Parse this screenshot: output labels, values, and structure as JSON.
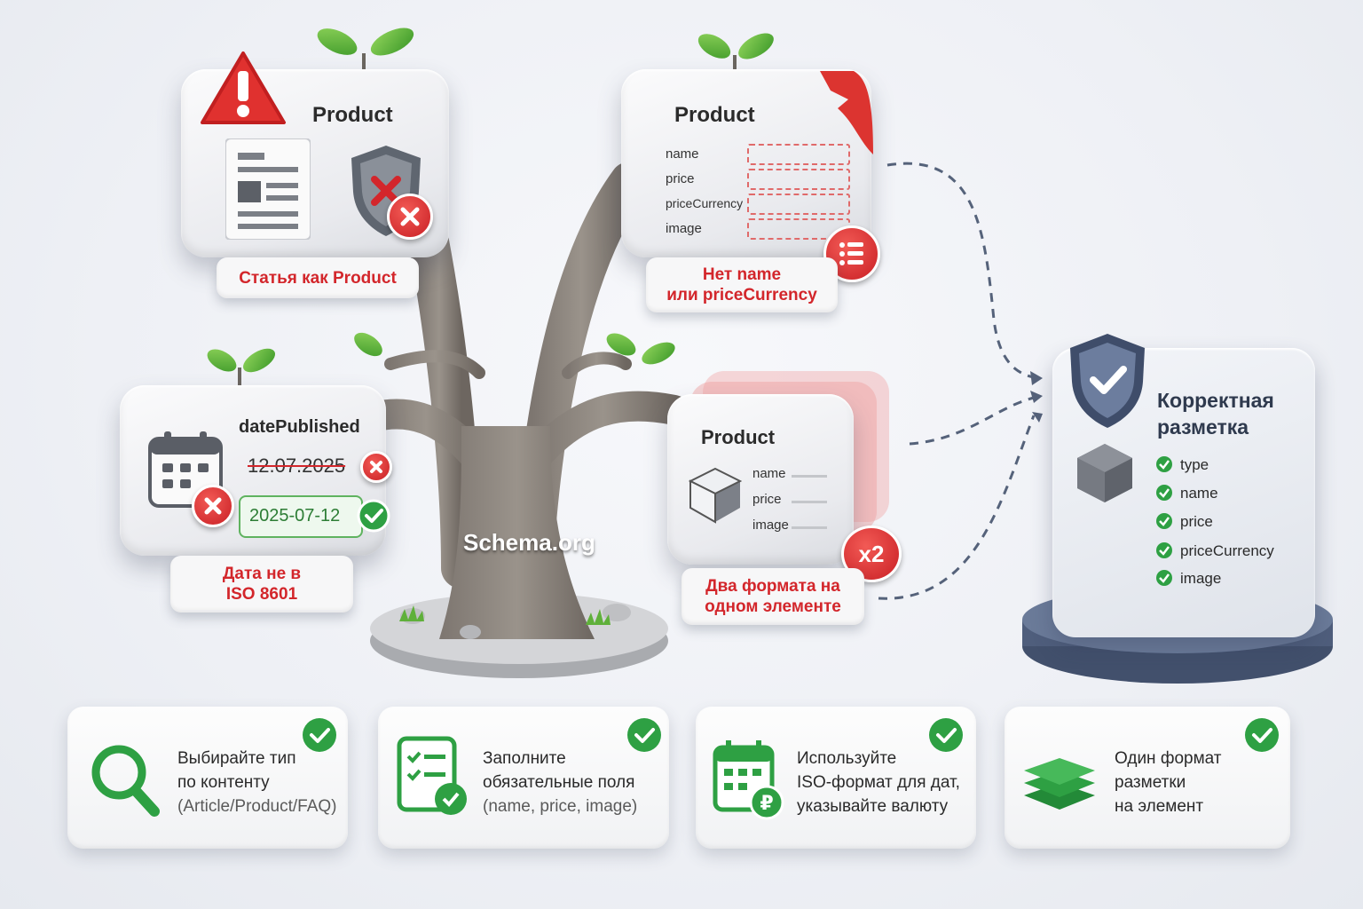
{
  "tree": {
    "trunk_label": "Schema.org"
  },
  "card_article": {
    "title": "Product",
    "label": "Статья как Product"
  },
  "card_fields": {
    "title": "Product",
    "fields": [
      "name",
      "price",
      "priceCurrency",
      "image"
    ],
    "label_line1": "Нет name",
    "label_line2": "или priceCurrency"
  },
  "card_date": {
    "title": "datePublished",
    "wrong_value": "12.07.2025",
    "correct_value": "2025-07-12",
    "label_line1": "Дата не в",
    "label_line2": "ISO 8601"
  },
  "card_dup": {
    "title": "Product",
    "fields": [
      "name",
      "price",
      "image"
    ],
    "badge": "x2",
    "label_line1": "Два формата на",
    "label_line2": "одном элементе"
  },
  "result": {
    "title_line1": "Корректная",
    "title_line2": "разметка",
    "items": [
      "type",
      "name",
      "price",
      "priceCurrency",
      "image"
    ]
  },
  "tips": [
    {
      "line1": "Выбирайте тип",
      "line2": "по контенту",
      "line3": "(Article/Product/FAQ)",
      "icon": "search-icon"
    },
    {
      "line1": "Заполните",
      "line2": "обязательные поля",
      "line3": "(name, price, image)",
      "icon": "checklist-icon"
    },
    {
      "line1": "Используйте",
      "line2": "ISO-формат для дат,",
      "line3": "указывайте валюту",
      "icon": "calendar-currency-icon"
    },
    {
      "line1": "Один формат",
      "line2": "разметки",
      "line3": "на элемент",
      "icon": "layers-icon"
    }
  ],
  "colors": {
    "error": "#d3262b",
    "success": "#2ea043",
    "shield": "#4a5a78"
  }
}
